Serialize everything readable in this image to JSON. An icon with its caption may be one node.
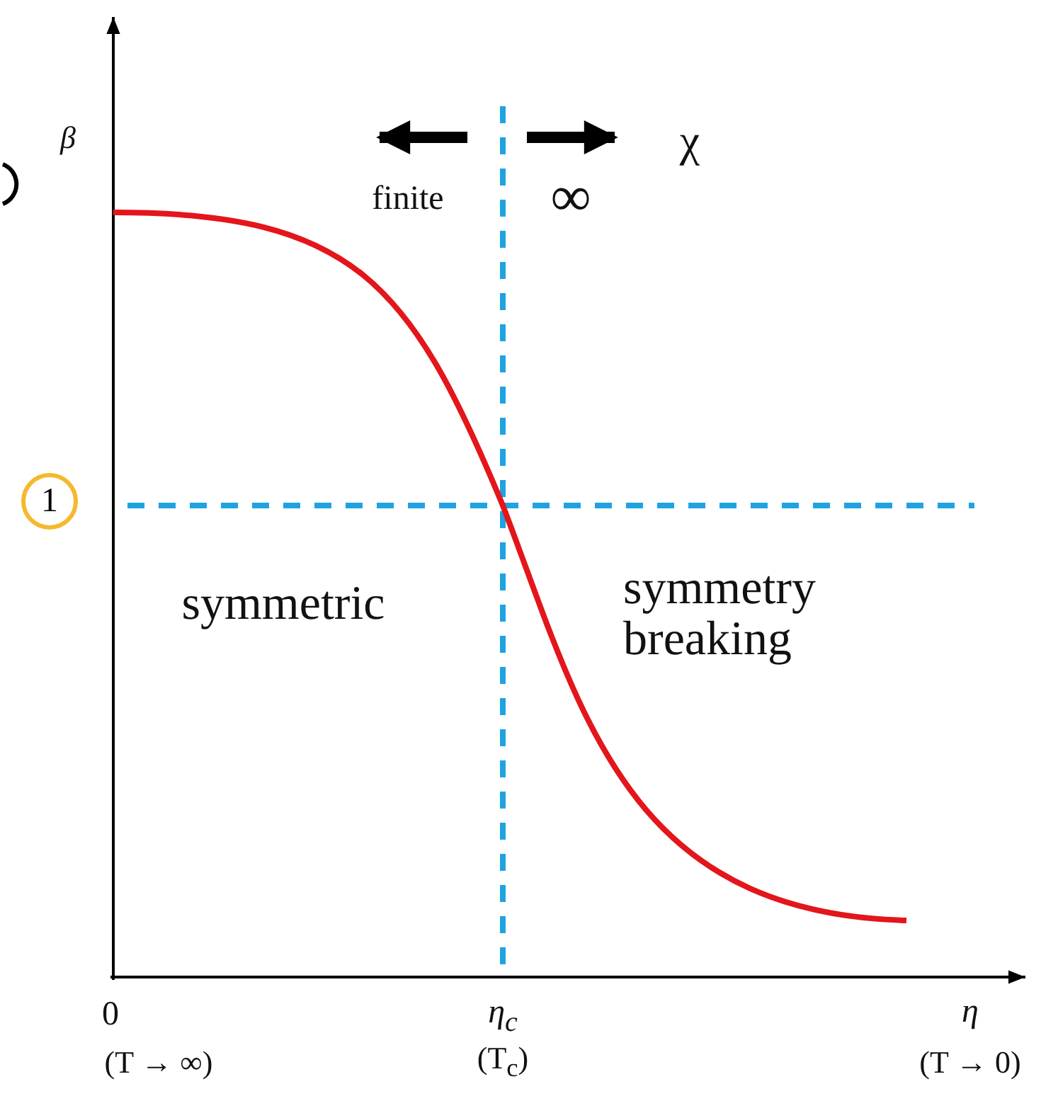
{
  "diagram": {
    "nodes": [
      {
        "text": [
          "1"
        ]
      }
    ],
    "labels": [
      "β",
      "finite",
      "∞",
      "χ",
      "symmetric",
      "symmetry breaking",
      "0",
      "(T → ∞)",
      "η$_{c}$",
      "(T$_{c}$)",
      "η",
      "(T → 0)"
    ]
  }
}
